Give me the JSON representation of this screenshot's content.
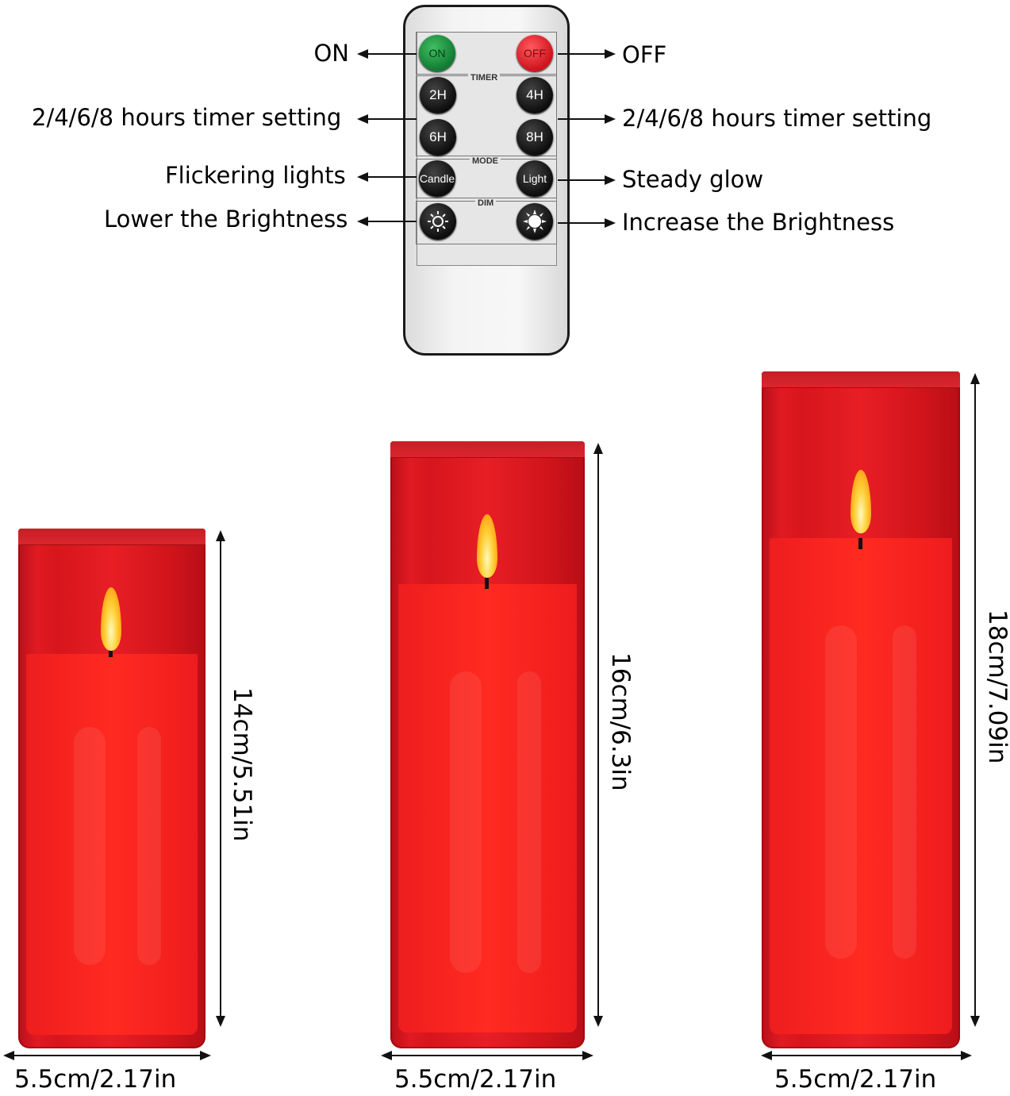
{
  "remote": {
    "buttons": {
      "on": "ON",
      "off": "OFF",
      "h2": "2H",
      "h4": "4H",
      "h6": "6H",
      "h8": "8H",
      "candle": "Candle",
      "light": "Light"
    },
    "groups": {
      "timer": "TIMER",
      "mode": "MODE",
      "dim": "DIM"
    }
  },
  "labels": {
    "on": "ON",
    "off": "OFF",
    "timer_left": "2/4/6/8 hours timer setting",
    "timer_right": "2/4/6/8 hours timer setting",
    "flicker": "Flickering lights",
    "steady": "Steady glow",
    "lower": "Lower the Brightness",
    "increase": "Increase the Brightness"
  },
  "candles": [
    {
      "height": "14cm/5.51in",
      "width": "5.5cm/2.17in"
    },
    {
      "height": "16cm/6.3in",
      "width": "5.5cm/2.17in"
    },
    {
      "height": "18cm/7.09in",
      "width": "5.5cm/2.17in"
    }
  ],
  "colors": {
    "candle_red": "#e8191f",
    "on_button": "#1a8a3a",
    "off_button": "#e0222a"
  }
}
